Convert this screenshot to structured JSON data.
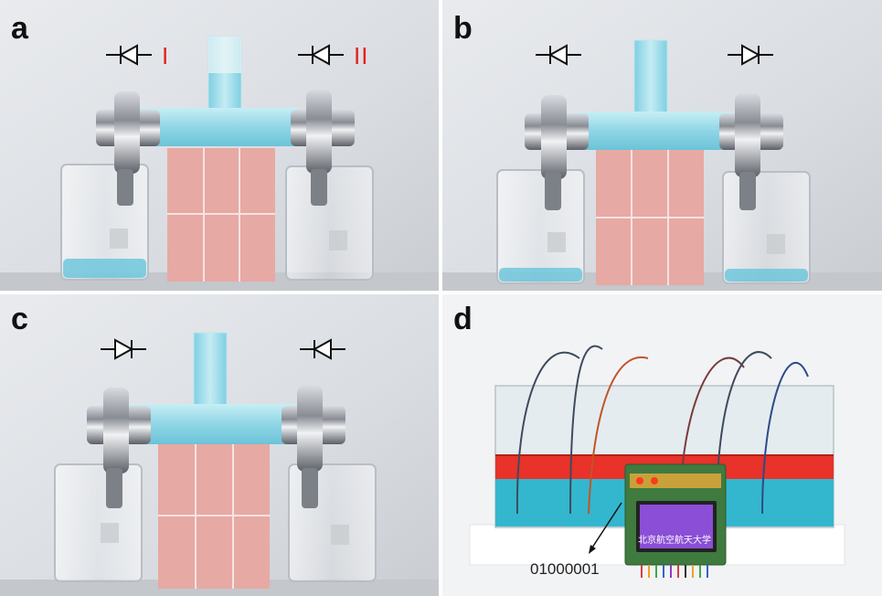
{
  "panels": [
    {
      "id": "a",
      "label": "a",
      "diodes": [
        "left",
        "left"
      ],
      "markers": [
        "I",
        "II"
      ]
    },
    {
      "id": "b",
      "label": "b",
      "diodes": [
        "left",
        "right"
      ],
      "markers": []
    },
    {
      "id": "c",
      "label": "c",
      "diodes": [
        "right",
        "left"
      ],
      "markers": []
    },
    {
      "id": "d",
      "label": "d",
      "code": "01000001",
      "lcd_text": "北京航空航天大学"
    }
  ],
  "colors": {
    "liquid": "#7fd3e3",
    "tube": "#a9e2ee",
    "red_layer": "#e8322a",
    "pink_block": "#e7a9a3",
    "steel": "#8f9399"
  }
}
